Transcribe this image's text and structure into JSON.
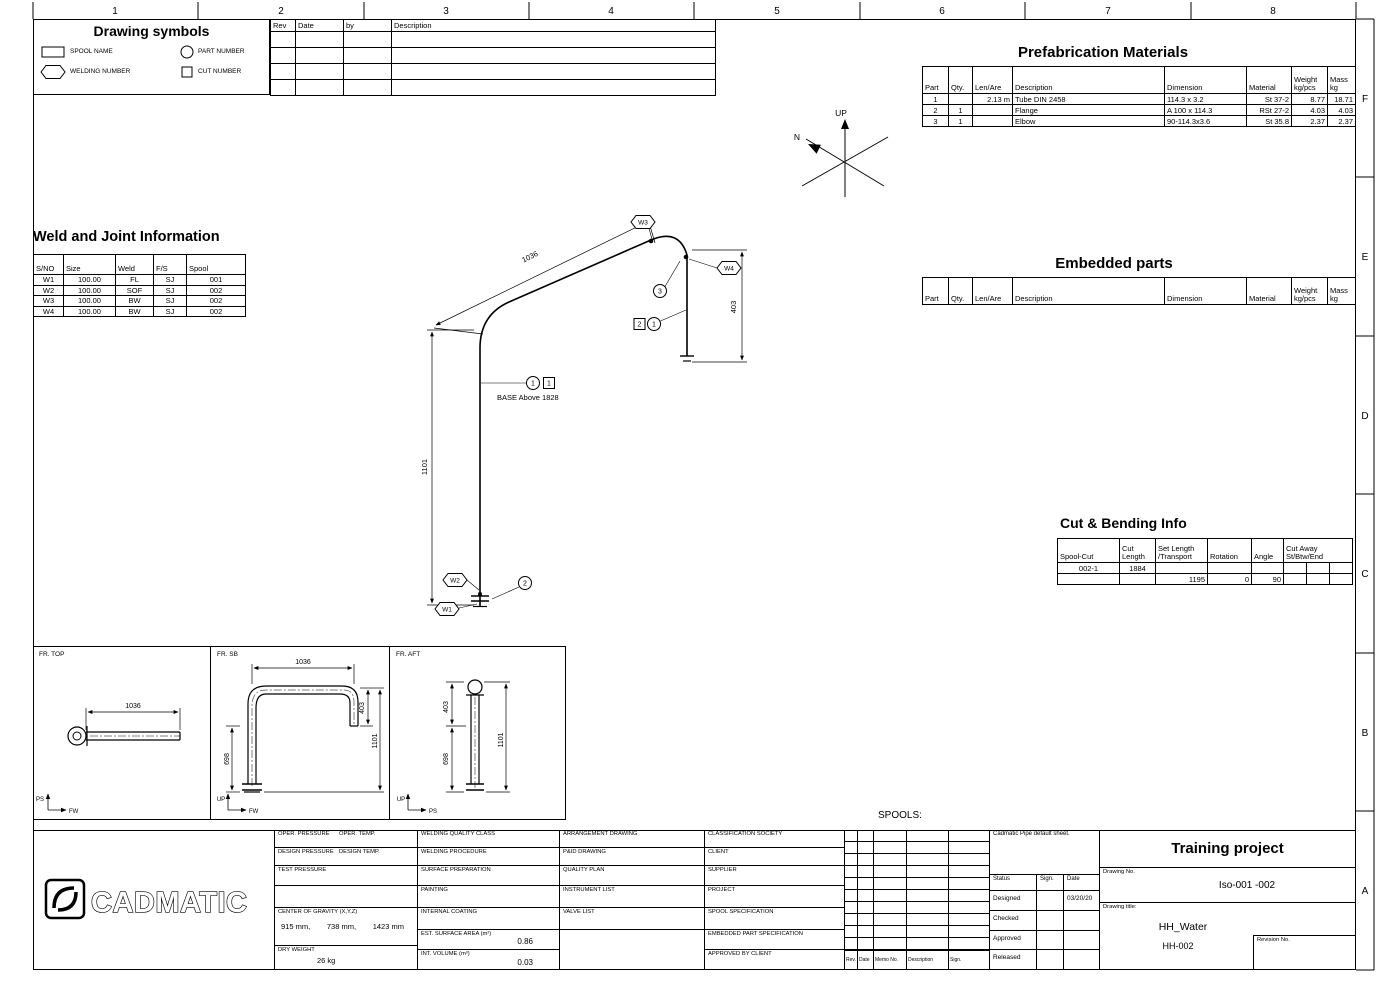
{
  "sheet": {
    "columns": [
      "1",
      "2",
      "3",
      "4",
      "5",
      "6",
      "7",
      "8"
    ],
    "rows": [
      "F",
      "E",
      "D",
      "C",
      "B",
      "A"
    ]
  },
  "legend": {
    "title": "Drawing symbols",
    "spool_name": "SPOOL NAME",
    "part_number": "PART NUMBER",
    "welding_number": "WELDING NUMBER",
    "cut_number": "CUT NUMBER"
  },
  "revisions": {
    "headers": [
      "Rev",
      "Date",
      "by",
      "Description"
    ],
    "rows": [
      [
        "",
        "",
        "",
        ""
      ],
      [
        "",
        "",
        "",
        ""
      ],
      [
        "",
        "",
        "",
        ""
      ],
      [
        "",
        "",
        "",
        ""
      ]
    ]
  },
  "prefab": {
    "title": "Prefabrication Materials",
    "headers": [
      "Part",
      "Qty.",
      "Len/Are",
      "Description",
      "Dimension",
      "Material",
      "Weight\nkg/pcs",
      "Mass\nkg"
    ],
    "rows": [
      [
        "1",
        "",
        "2.13 m",
        "Tube DIN 2458",
        "114.3 x 3.2",
        "St 37-2",
        "8.77",
        "18.71"
      ],
      [
        "2",
        "1",
        "",
        "Flange",
        "A 100 x 114.3",
        "RSt 27-2",
        "4.03",
        "4.03"
      ],
      [
        "3",
        "1",
        "",
        "Elbow",
        "90-114.3x3.6",
        "St 35.8",
        "2.37",
        "2.37"
      ]
    ]
  },
  "weld_info": {
    "title": "Weld and Joint Information",
    "headers": [
      "S/NO",
      "Size",
      "Weld",
      "F/S",
      "Spool"
    ],
    "rows": [
      [
        "W1",
        "100.00",
        "FL",
        "SJ",
        "001"
      ],
      [
        "W2",
        "100.00",
        "SOF",
        "SJ",
        "002"
      ],
      [
        "W3",
        "100.00",
        "BW",
        "SJ",
        "002"
      ],
      [
        "W4",
        "100.00",
        "BW",
        "SJ",
        "002"
      ]
    ]
  },
  "embedded": {
    "title": "Embedded parts",
    "headers": [
      "Part",
      "Qty.",
      "Len/Are",
      "Description",
      "Dimension",
      "Material",
      "Weight\nkg/pcs",
      "Mass\nkg"
    ]
  },
  "cut_bending": {
    "title": "Cut & Bending Info",
    "headers": [
      "Spool-Cut",
      "Cut\nLength",
      "Set Length\n/Transport",
      "Rotation",
      "Angle",
      "Cut Away\nSt/Btw/End"
    ],
    "rows": [
      [
        "002-1",
        "1884",
        "",
        "",
        "",
        "",
        "",
        ""
      ],
      [
        "",
        "",
        "1195",
        "0",
        "90",
        "",
        "",
        ""
      ]
    ]
  },
  "iso": {
    "dim_run": "1036",
    "dim_drop": "403",
    "dim_riser": "1101",
    "w1": "W1",
    "w2": "W2",
    "w3": "W3",
    "w4": "W4",
    "p1": "1",
    "p2": "2",
    "p3": "3",
    "c1": "1",
    "c2": "2",
    "note": "BASE Above 1828",
    "up": "UP",
    "north": "N"
  },
  "views": {
    "top": {
      "label": "FR. TOP",
      "dim": "1036",
      "ax_v": "PS",
      "ax_h": "FW"
    },
    "sb": {
      "label": "FR. SB",
      "dim_top": "1036",
      "dim_r1": "403",
      "dim_r2": "1101",
      "dim_l": "698",
      "ax_v": "UP",
      "ax_h": "FW"
    },
    "aft": {
      "label": "FR. AFT",
      "dim_l1": "403",
      "dim_l2": "698",
      "dim_r": "1101",
      "ax_v": "UP",
      "ax_h": "PS"
    }
  },
  "spools_label": "SPOOLS:",
  "tb": {
    "logo": "CADMATIC",
    "oper_pressure": "OPER. PRESSURE",
    "oper_temp": "OPER. TEMP.",
    "design_pressure": "DESIGN PRESSURE",
    "design_temp": "DESIGN TEMP.",
    "test_pressure": "TEST PRESSURE",
    "cog_label": "CENTER OF GRAVITY (X,Y,Z)",
    "cog_value": "915 mm,        738 mm,        1423 mm",
    "dry_weight_label": "DRY WEIGHT",
    "dry_weight_value": "26 kg",
    "welding_quality": "WELDING QUALITY CLASS",
    "welding_procedure": "WELDING PROCEDURE",
    "surface_prep": "SURFACE PREPARATION",
    "painting": "PAINTING",
    "internal_coating": "INTERNAL COATING",
    "est_surface_label": "EST. SURFACE AREA (m²)",
    "est_surface_value": "0.86",
    "int_volume_label": "INT. VOLUME (m³)",
    "int_volume_value": "0.03",
    "arrangement": "ARRANGEMENT DRAWING",
    "pid": "P&ID DRAWING",
    "quality_plan": "QUALITY PLAN",
    "instrument_list": "INSTRUMENT LIST",
    "valve_list": "VALVE LIST",
    "classification": "CLASSIFICATION SOCIETY",
    "client": "CLIENT",
    "supplier": "SUPPLIER",
    "project": "PROJECT",
    "spool_spec": "SPOOL SPECIFICATION",
    "embedded_spec": "EMBEDDED PART SPECIFICATION",
    "approved_client": "APPROVED BY CLIENT",
    "rev_cols": [
      "Rev.",
      "Date",
      "Memo No.",
      "Description",
      "Sign."
    ],
    "default_sheet": "Cadmatic Pipe default sheet.",
    "status_headers": [
      "Status",
      "Sign.",
      "Date"
    ],
    "status_rows": [
      [
        "Designed",
        "",
        "03/20/20"
      ],
      [
        "Checked",
        "",
        ""
      ],
      [
        "Approved",
        "",
        ""
      ],
      [
        "Released",
        "",
        ""
      ]
    ],
    "project_title": "Training project",
    "drawing_no_label": "Drawing No.",
    "drawing_no": "Iso-001  -002",
    "drawing_title_label": "Drawing title:",
    "drawing_title": "HH_Water",
    "drawing_sub": "HH-002",
    "revision_no_label": "Revision No."
  }
}
